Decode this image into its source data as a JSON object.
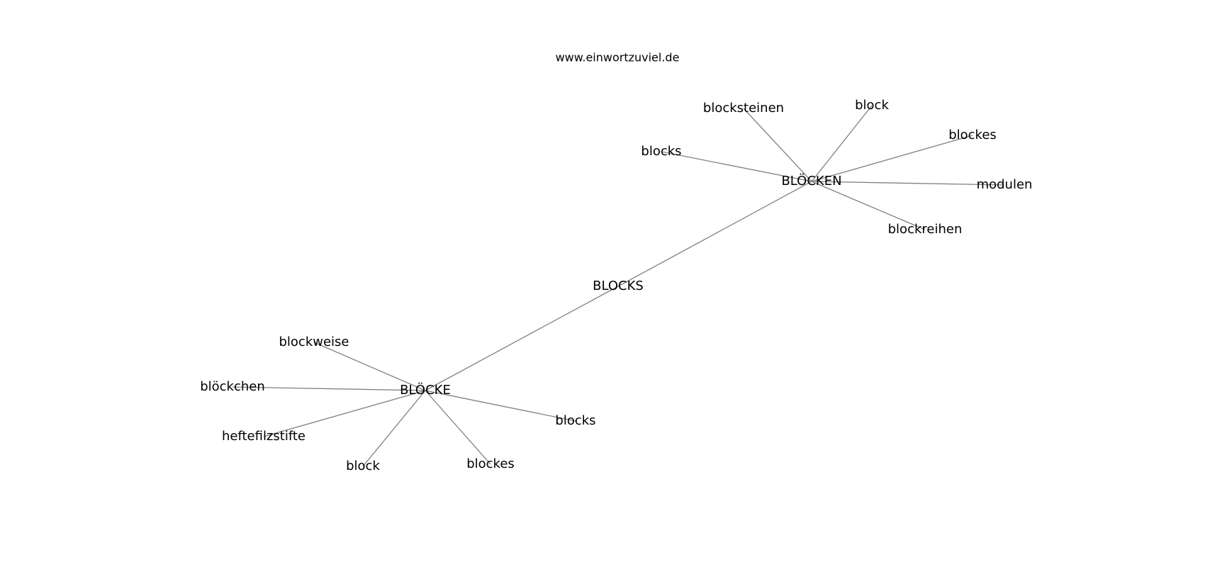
{
  "site": "www.einwortzuviel.de",
  "nodes": [
    {
      "id": "blocks_center",
      "label": "BLOCKS"
    },
    {
      "id": "bloecken",
      "label": "BLÖCKEN"
    },
    {
      "id": "bloecke",
      "label": "BLÖCKE"
    },
    {
      "id": "bloecken_blocksteinen",
      "label": "blocksteinen"
    },
    {
      "id": "bloecken_block",
      "label": "block"
    },
    {
      "id": "bloecken_blockes",
      "label": "blockes"
    },
    {
      "id": "bloecken_blocks",
      "label": "blocks"
    },
    {
      "id": "bloecken_modulen",
      "label": "modulen"
    },
    {
      "id": "bloecken_blockreihen",
      "label": "blockreihen"
    },
    {
      "id": "bloecke_blockweise",
      "label": "blockweise"
    },
    {
      "id": "bloecke_bloeckchen",
      "label": "blöckchen"
    },
    {
      "id": "bloecke_heftefilzstifte",
      "label": "heftefilzstifte"
    },
    {
      "id": "bloecke_block",
      "label": "block"
    },
    {
      "id": "bloecke_blockes",
      "label": "blockes"
    },
    {
      "id": "bloecke_blocks",
      "label": "blocks"
    }
  ],
  "edges": [
    [
      "blocks_center",
      "bloecken"
    ],
    [
      "blocks_center",
      "bloecke"
    ],
    [
      "bloecken",
      "bloecken_blocksteinen"
    ],
    [
      "bloecken",
      "bloecken_block"
    ],
    [
      "bloecken",
      "bloecken_blockes"
    ],
    [
      "bloecken",
      "bloecken_blocks"
    ],
    [
      "bloecken",
      "bloecken_modulen"
    ],
    [
      "bloecken",
      "bloecken_blockreihen"
    ],
    [
      "bloecke",
      "bloecke_blockweise"
    ],
    [
      "bloecke",
      "bloecke_bloeckchen"
    ],
    [
      "bloecke",
      "bloecke_heftefilzstifte"
    ],
    [
      "bloecke",
      "bloecke_block"
    ],
    [
      "bloecke",
      "bloecke_blockes"
    ],
    [
      "bloecke",
      "bloecke_blocks"
    ]
  ]
}
